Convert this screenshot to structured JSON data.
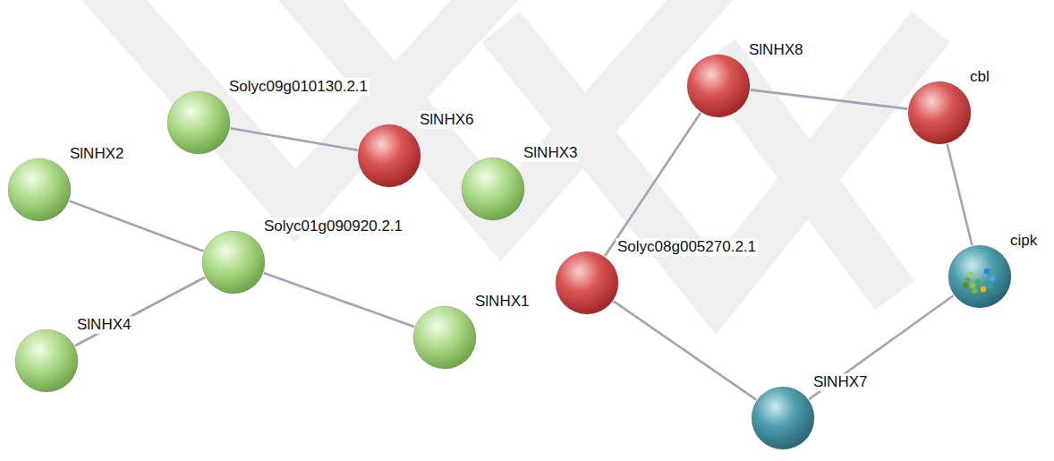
{
  "diagram": {
    "nodes": [
      {
        "text": [
          "Solyc09g010130.2.1"
        ]
      },
      {
        "text": [
          "SlNHX8"
        ]
      },
      {
        "text": [
          "cbl"
        ]
      },
      {
        "text": [
          "SlNHX6"
        ]
      },
      {
        "text": [
          "SlNHX2"
        ]
      },
      {
        "text": [
          "SlNHX3"
        ]
      },
      {
        "text": [
          "Solyc01g090920.2.1"
        ]
      },
      {
        "text": [
          "Solyc08g005270.2.1"
        ]
      },
      {
        "text": [
          "cipk"
        ]
      },
      {
        "text": [
          "SlNHX1"
        ]
      },
      {
        "text": [
          "SlNHX4"
        ]
      },
      {
        "text": [
          "SlNHX7"
        ]
      }
    ],
    "edges": [
      {
        "from": 0,
        "to": 3,
        "arrow": "none"
      },
      {
        "from": 4,
        "to": 6,
        "arrow": "none"
      },
      {
        "from": 10,
        "to": 6,
        "arrow": "none"
      },
      {
        "from": 6,
        "to": 9,
        "arrow": "none"
      },
      {
        "from": 1,
        "to": 2,
        "arrow": "none"
      },
      {
        "from": 1,
        "to": 7,
        "arrow": "none"
      },
      {
        "from": 7,
        "to": 11,
        "arrow": "none"
      },
      {
        "from": 2,
        "to": 8,
        "arrow": "none"
      },
      {
        "from": 8,
        "to": 11,
        "arrow": "none"
      }
    ]
  }
}
